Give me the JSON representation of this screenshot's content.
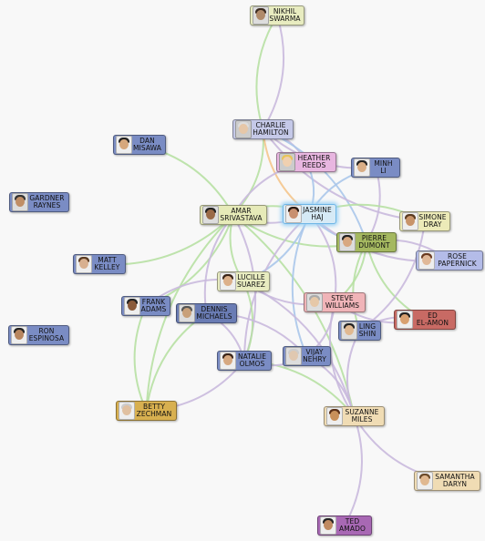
{
  "colors": {
    "edge_green": "#b7e0a3",
    "edge_purple": "#c9b9dd",
    "edge_blue": "#aac7ea",
    "edge_orange": "#f4c58c",
    "edge_gray": "#c8c8c8"
  },
  "nodes": [
    {
      "id": "nikhil",
      "first": "NIKHIL",
      "last": "SWARMA",
      "color": "#e8ecc0",
      "skin": "#b08a6a",
      "hair": "#3a2a20",
      "bg": "#ddd"
    },
    {
      "id": "charlie",
      "first": "CHARLIE",
      "last": "HAMILTON",
      "color": "#c5c9e8",
      "skin": "#e6c7a8",
      "hair": "#ddd",
      "bg": "#ccc"
    },
    {
      "id": "dan",
      "first": "DAN",
      "last": "MISAWA",
      "color": "#7a8cc4",
      "skin": "#d6a77c",
      "hair": "#222",
      "bg": "#eee"
    },
    {
      "id": "heather",
      "first": "HEATHER",
      "last": "REEDS",
      "color": "#e8b6e0",
      "skin": "#f0d0b0",
      "hair": "#e8c45a",
      "bg": "#ccc"
    },
    {
      "id": "minh",
      "first": "MINH",
      "last": "LI",
      "color": "#7a8cc4",
      "skin": "#d9ae86",
      "hair": "#222",
      "bg": "#eee"
    },
    {
      "id": "gardner",
      "first": "GARDNER",
      "last": "RAYNES",
      "color": "#7a8cc4",
      "skin": "#c08e66",
      "hair": "#333",
      "bg": "#ddd"
    },
    {
      "id": "amar",
      "first": "AMAR",
      "last": "SRIVASTAVA",
      "color": "#e6eab8",
      "skin": "#9a6a48",
      "hair": "#222",
      "bg": "#ddd"
    },
    {
      "id": "jasmine",
      "first": "JASMINE",
      "last": "HAJ",
      "color": "#d6eaf6",
      "skin": "#c89070",
      "hair": "#2a1a12",
      "bg": "#eee"
    },
    {
      "id": "simone",
      "first": "SIMONE",
      "last": "DRAY",
      "color": "#eceab8",
      "skin": "#c8946a",
      "hair": "#5a3a20",
      "bg": "#eee"
    },
    {
      "id": "pierre",
      "first": "PIERRE",
      "last": "DUMONT",
      "color": "#a4b860",
      "skin": "#d8a880",
      "hair": "#222",
      "bg": "#ddd"
    },
    {
      "id": "rose",
      "first": "ROSE",
      "last": "PAPERNICK",
      "color": "#b4bce8",
      "skin": "#e0b898",
      "hair": "#6a3a20",
      "bg": "#eee"
    },
    {
      "id": "matt",
      "first": "MATT",
      "last": "KELLEY",
      "color": "#7a8cc4",
      "skin": "#d8b090",
      "hair": "#5a3a20",
      "bg": "#eee"
    },
    {
      "id": "lucille",
      "first": "LUCILLE",
      "last": "SUAREZ",
      "color": "#e8ecc0",
      "skin": "#dcb08a",
      "hair": "#3a2418",
      "bg": "#eee"
    },
    {
      "id": "frank",
      "first": "FRANK",
      "last": "ADAMS",
      "color": "#7a8cc4",
      "skin": "#8a5a3a",
      "hair": "#222",
      "bg": "#eee"
    },
    {
      "id": "dennis",
      "first": "DENNIS",
      "last": "MICHAELS",
      "color": "#6a7cb4",
      "skin": "#c8a07a",
      "hair": "#555",
      "bg": "#ddd"
    },
    {
      "id": "steve",
      "first": "STEVE",
      "last": "WILLIAMS",
      "color": "#f0b4b8",
      "skin": "#e6c8a8",
      "hair": "#aaa",
      "bg": "#ddd"
    },
    {
      "id": "ed",
      "first": "ED",
      "last": "EL-AMON",
      "color": "#c86a64",
      "skin": "#d8a070",
      "hair": "#222",
      "bg": "#eee"
    },
    {
      "id": "ling",
      "first": "LING",
      "last": "SHIN",
      "color": "#7a8cc4",
      "skin": "#e0b890",
      "hair": "#222",
      "bg": "#ddd"
    },
    {
      "id": "ron",
      "first": "RON",
      "last": "ESPINOSA",
      "color": "#7a8cc4",
      "skin": "#b8865e",
      "hair": "#222",
      "bg": "#eee"
    },
    {
      "id": "natalie",
      "first": "NATALIE",
      "last": "OLMOS",
      "color": "#7a8cc4",
      "skin": "#d6a880",
      "hair": "#3a2418",
      "bg": "#eee"
    },
    {
      "id": "vijay",
      "first": "VIJAY",
      "last": "NEHRY",
      "color": "#7a8cc4",
      "skin": "#e0c8b0",
      "hair": "#ccc",
      "bg": "#ddd"
    },
    {
      "id": "betty",
      "first": "BETTY",
      "last": "ZECHMAN",
      "color": "#d8b050",
      "skin": "#e0c0a0",
      "hair": "#ccc",
      "bg": "#eee"
    },
    {
      "id": "suzanne",
      "first": "SUZANNE",
      "last": "MILES",
      "color": "#f0dcb4",
      "skin": "#c8905a",
      "hair": "#5a3018",
      "bg": "#eee"
    },
    {
      "id": "samantha",
      "first": "SAMANTHA",
      "last": "DARYN",
      "color": "#f0dcb4",
      "skin": "#e0b890",
      "hair": "#6a4a2a",
      "bg": "#eee"
    },
    {
      "id": "ted",
      "first": "TED",
      "last": "AMADO",
      "color": "#a868b4",
      "skin": "#c08a60",
      "hair": "#222",
      "bg": "#eee"
    }
  ],
  "selected": "jasmine",
  "edges": [
    [
      "nikhil",
      "charlie",
      "purple"
    ],
    [
      "nikhil",
      "charlie",
      "green"
    ],
    [
      "charlie",
      "heather",
      "purple"
    ],
    [
      "charlie",
      "minh",
      "purple"
    ],
    [
      "charlie",
      "amar",
      "green"
    ],
    [
      "charlie",
      "jasmine",
      "orange"
    ],
    [
      "charlie",
      "pierre",
      "blue"
    ],
    [
      "charlie",
      "simone",
      "purple"
    ],
    [
      "dan",
      "amar",
      "green"
    ],
    [
      "heather",
      "amar",
      "purple"
    ],
    [
      "heather",
      "jasmine",
      "blue"
    ],
    [
      "minh",
      "jasmine",
      "blue"
    ],
    [
      "minh",
      "pierre",
      "purple"
    ],
    [
      "amar",
      "jasmine",
      "purple"
    ],
    [
      "amar",
      "jasmine",
      "green"
    ],
    [
      "amar",
      "lucille",
      "green"
    ],
    [
      "amar",
      "frank",
      "green"
    ],
    [
      "amar",
      "dennis",
      "purple"
    ],
    [
      "amar",
      "natalie",
      "purple"
    ],
    [
      "amar",
      "betty",
      "green"
    ],
    [
      "amar",
      "suzanne",
      "green"
    ],
    [
      "amar",
      "pierre",
      "green"
    ],
    [
      "amar",
      "matt",
      "green"
    ],
    [
      "jasmine",
      "pierre",
      "blue"
    ],
    [
      "jasmine",
      "simone",
      "green"
    ],
    [
      "jasmine",
      "rose",
      "purple"
    ],
    [
      "jasmine",
      "steve",
      "purple"
    ],
    [
      "jasmine",
      "vijay",
      "blue"
    ],
    [
      "jasmine",
      "lucille",
      "blue"
    ],
    [
      "jasmine",
      "natalie",
      "purple"
    ],
    [
      "pierre",
      "rose",
      "purple"
    ],
    [
      "pierre",
      "ling",
      "green"
    ],
    [
      "pierre",
      "steve",
      "green"
    ],
    [
      "pierre",
      "ed",
      "green"
    ],
    [
      "simone",
      "ling",
      "purple"
    ],
    [
      "lucille",
      "steve",
      "purple"
    ],
    [
      "lucille",
      "natalie",
      "green"
    ],
    [
      "lucille",
      "frank",
      "purple"
    ],
    [
      "lucille",
      "suzanne",
      "purple"
    ],
    [
      "frank",
      "betty",
      "green"
    ],
    [
      "dennis",
      "natalie",
      "purple"
    ],
    [
      "dennis",
      "betty",
      "green"
    ],
    [
      "dennis",
      "vijay",
      "purple"
    ],
    [
      "steve",
      "ed",
      "purple"
    ],
    [
      "steve",
      "vijay",
      "purple"
    ],
    [
      "steve",
      "suzanne",
      "purple"
    ],
    [
      "ling",
      "ed",
      "purple"
    ],
    [
      "ling",
      "suzanne",
      "purple"
    ],
    [
      "natalie",
      "suzanne",
      "green"
    ],
    [
      "natalie",
      "vijay",
      "purple"
    ],
    [
      "vijay",
      "suzanne",
      "purple"
    ],
    [
      "suzanne",
      "samantha",
      "purple"
    ],
    [
      "suzanne",
      "ted",
      "purple"
    ],
    [
      "betty",
      "natalie",
      "purple"
    ]
  ]
}
